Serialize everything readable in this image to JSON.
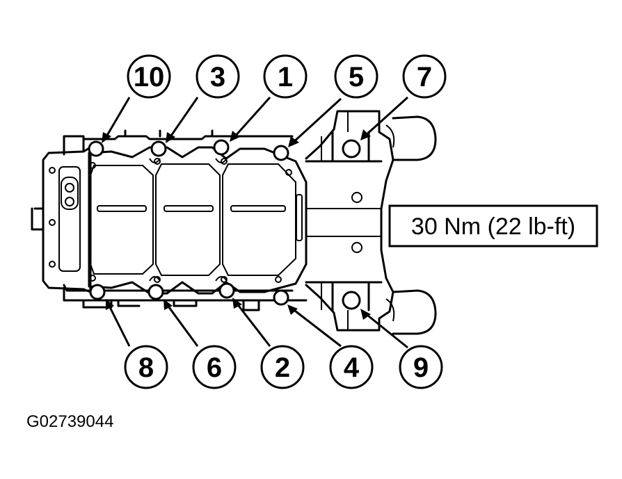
{
  "figure_id": "G02739044",
  "torque_spec": "30 Nm (22 lb-ft)",
  "callouts_top": [
    "10",
    "3",
    "1",
    "5",
    "7"
  ],
  "callouts_bottom": [
    "8",
    "6",
    "2",
    "4",
    "9"
  ]
}
